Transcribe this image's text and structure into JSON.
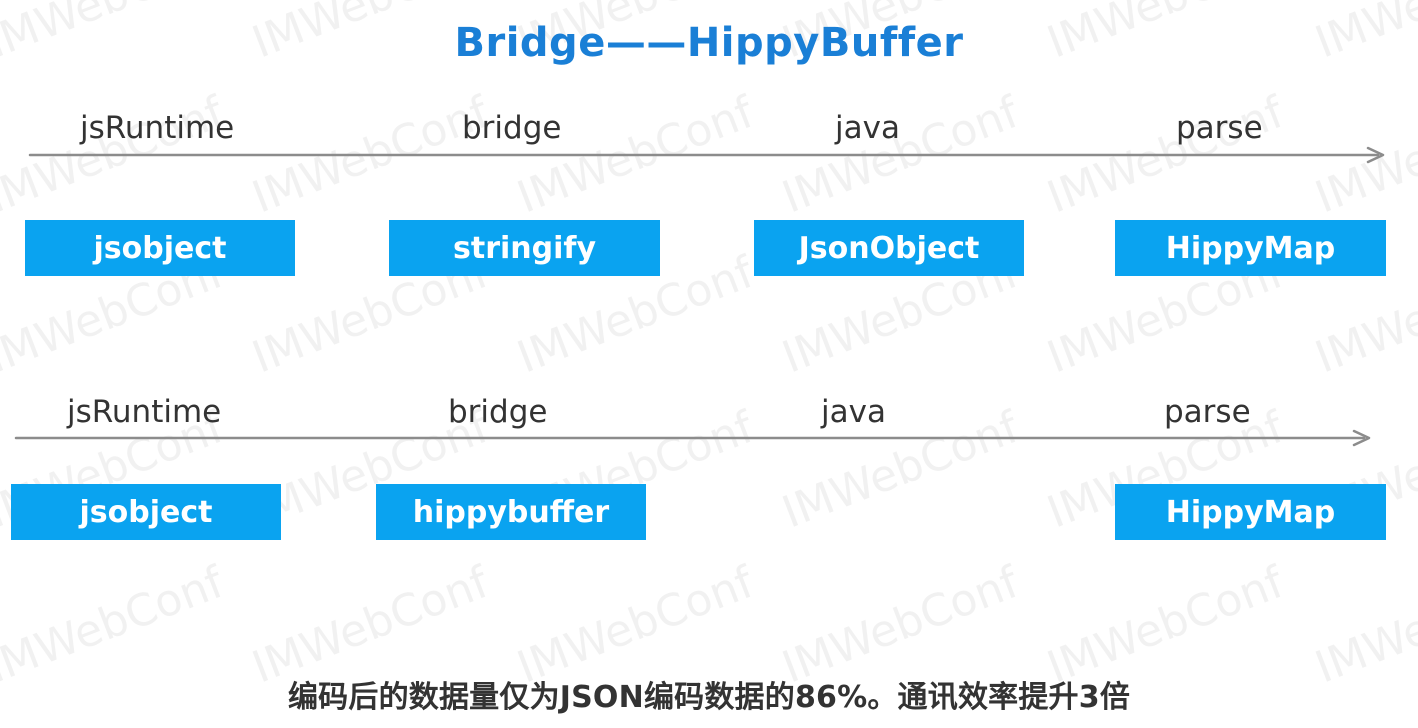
{
  "title": "Bridge——HippyBuffer",
  "watermark": "IMWebConf",
  "colors": {
    "title": "#1a7fd6",
    "box": "#0aa3f0",
    "arrow": "#8c8c8c",
    "text": "#333333",
    "watermark": "#aaaaaa"
  },
  "rows": [
    {
      "stages": [
        "jsRuntime",
        "bridge",
        "java",
        "parse"
      ],
      "boxes": [
        "jsobject",
        "stringify",
        "JsonObject",
        "HippyMap"
      ]
    },
    {
      "stages": [
        "jsRuntime",
        "bridge",
        "java",
        "parse"
      ],
      "boxes": [
        "jsobject",
        "hippybuffer",
        "HippyMap"
      ]
    }
  ],
  "footer": "编码后的数据量仅为JSON编码数据的86%。通讯效率提升3倍"
}
